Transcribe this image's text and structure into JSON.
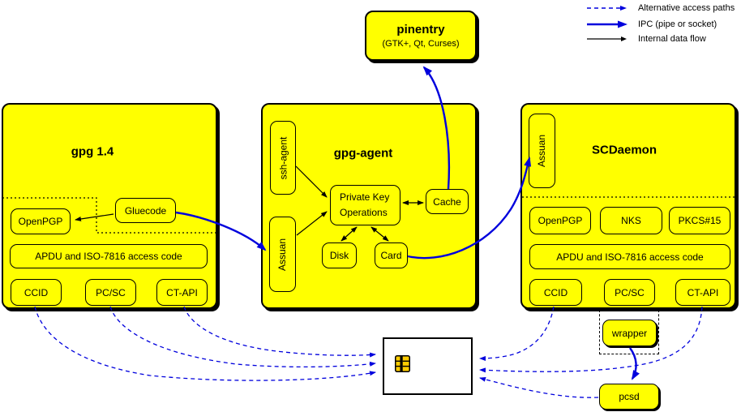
{
  "legend": {
    "items": [
      {
        "label": "Alternative access paths",
        "style": "dashed-blue"
      },
      {
        "label": "IPC (pipe or socket)",
        "style": "solid-blue-thick"
      },
      {
        "label": "Internal data flow",
        "style": "solid-black"
      }
    ]
  },
  "pinentry": {
    "title": "pinentry",
    "subtitle": "(GTK+, Qt, Curses)"
  },
  "gpg14": {
    "title": "gpg 1.4",
    "openpgp": "OpenPGP",
    "gluecode": "Gluecode",
    "apdu": "APDU and ISO-7816 access code",
    "ccid": "CCID",
    "pcsc": "PC/SC",
    "ctapi": "CT-API"
  },
  "gpg_agent": {
    "title": "gpg-agent",
    "ssh_agent": "ssh-agent",
    "assuan": "Assuan",
    "private_key_line1": "Private Key",
    "private_key_line2": "Operations",
    "cache": "Cache",
    "disk": "Disk",
    "card": "Card"
  },
  "scdaemon": {
    "title": "SCDaemon",
    "assuan": "Assuan",
    "openpgp": "OpenPGP",
    "nks": "NKS",
    "pkcs15": "PKCS#15",
    "apdu": "APDU and ISO-7816 access code",
    "ccid": "CCID",
    "pcsc": "PC/SC",
    "ctapi": "CT-API"
  },
  "peripherals": {
    "wrapper": "wrapper",
    "pcsd": "pcsd"
  },
  "colors": {
    "node_fill": "#ffff00",
    "line_blue": "#0000dd",
    "line_black": "#000000",
    "chip_gold": "#ffcc00",
    "card_fill": "#ffffff"
  }
}
